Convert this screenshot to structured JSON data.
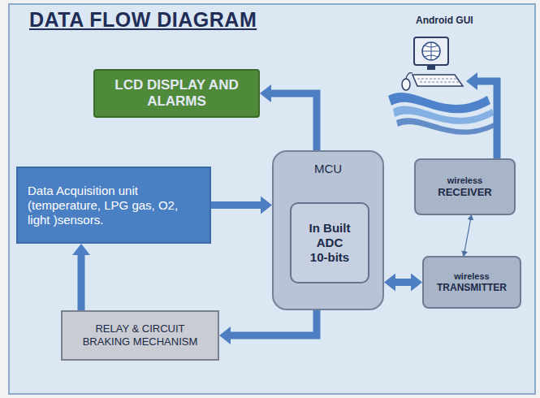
{
  "diagram": {
    "title": "DATA FLOW DIAGRAM",
    "nodes": [
      {
        "text": [
          "LCD DISPLAY AND ALARMS"
        ]
      },
      {
        "text": [
          "Data Acquisition unit (temperature, LPG gas, O2, light )sensors."
        ]
      },
      {
        "text": [
          "MCU"
        ]
      },
      {
        "text": [
          "In Built ADC 10-bits"
        ],
        "in": 2
      },
      {
        "text": [
          "wireless",
          "RECEIVER"
        ]
      },
      {
        "text": [
          "wireless",
          "TRANSMITTER"
        ]
      },
      {
        "text": [
          "RELAY & CIRCUIT BRAKING MECHANISM"
        ]
      }
    ],
    "edges": [
      {
        "from": 2,
        "to": 0,
        "arrow": "to"
      },
      {
        "from": 1,
        "to": 2,
        "arrow": "to"
      },
      {
        "from": 2,
        "to": 6,
        "arrow": "to"
      },
      {
        "from": 6,
        "to": 1,
        "arrow": "to"
      },
      {
        "from": 2,
        "to": 5,
        "arrow": "both"
      },
      {
        "from": 4,
        "to": 5,
        "arrow": "both"
      }
    ],
    "labels": [
      "Android GUI"
    ]
  }
}
